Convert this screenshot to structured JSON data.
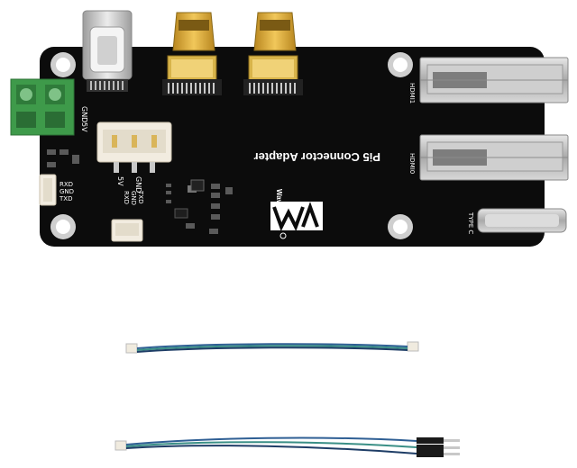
{
  "board": {
    "title": "Pi5 Connector Adapter",
    "brand": "Waveshare",
    "label_hdmi1": "HDMI1",
    "label_hdmi0": "HDMI0",
    "label_typec": "TYPE C",
    "label_gnd_term": "GND",
    "label_5v_term": "5V",
    "label_5v_hdr": "5V",
    "label_gnd_hdr": "GND",
    "label_rxd": "RXD",
    "label_gnd_uart": "GND",
    "label_txd": "TXD",
    "label_rxd2": "RXD",
    "label_gnd2": "GND",
    "label_txd2": "TXD",
    "colors": {
      "pcb": "#0c0c0c",
      "terminal": "#3e9a4a",
      "gold": "#d6a832",
      "steel": "#bdbdbd",
      "cable_blue": "#2f5f94",
      "cable_teal": "#3a8f86"
    }
  }
}
